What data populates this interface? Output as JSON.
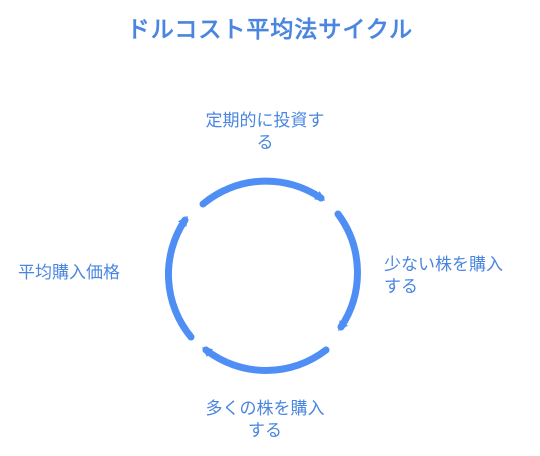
{
  "title": "ドルコスト平均法サイクル",
  "colors": {
    "accent": "#4a86e0",
    "arrow": "#4f8ff5",
    "background": "#ffffff"
  },
  "steps": [
    {
      "id": "fixed-investment",
      "label": "定期的に投資する"
    },
    {
      "id": "buy-fewer",
      "label": "少ない株を購入する"
    },
    {
      "id": "buy-more",
      "label": "多くの株を購入する"
    },
    {
      "id": "average-price",
      "label": "平均購入価格"
    }
  ],
  "display": {
    "top": "定期的に投資す\nる",
    "right": "少ない株を購入\nする",
    "bottom": "多くの株を購入\nする",
    "left": "平均購入価格"
  }
}
